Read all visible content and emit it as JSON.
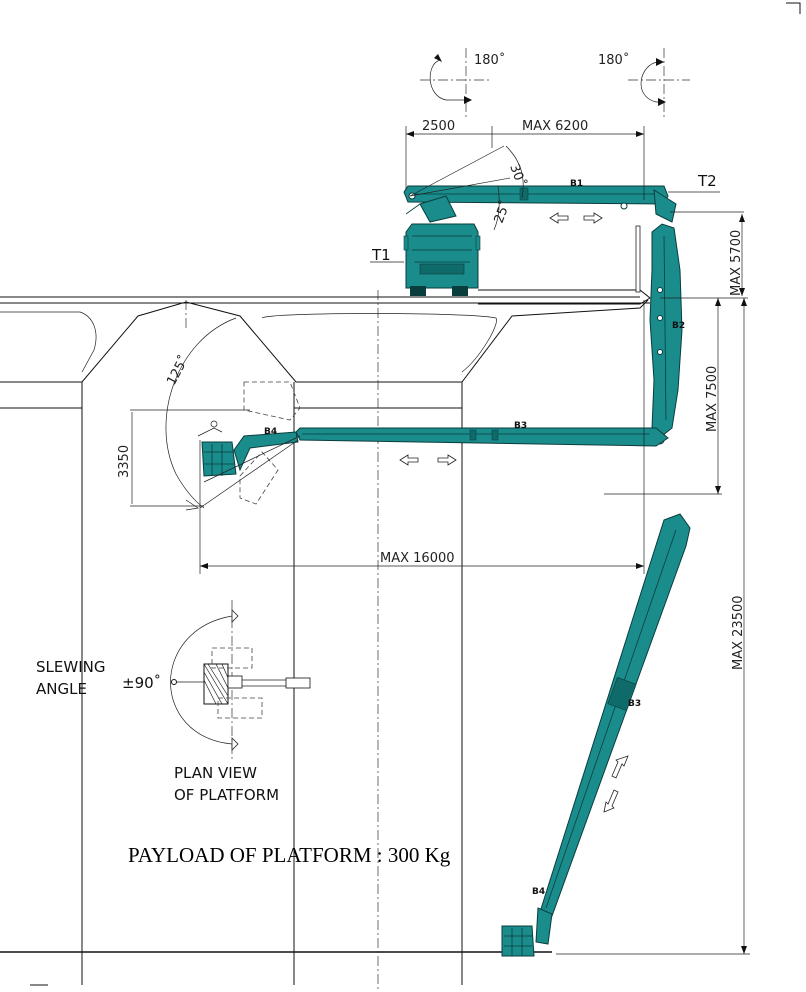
{
  "dimensions": {
    "rotation_left": "180˚",
    "rotation_right": "180˚",
    "width_2500": "2500",
    "max_6200": "MAX  6200",
    "angle_30": "30˚",
    "angle_25": "25˚",
    "max_5700": "MAX  5700",
    "max_7500": "MAX  7500",
    "angle_125": "125˚",
    "dim_3350": "3350",
    "max_16000": "MAX  16000",
    "max_23500": "MAX  23500",
    "slew_angle": "±90˚"
  },
  "labels": {
    "t1": "T1",
    "t2": "T2",
    "b1": "B1",
    "b2": "B2",
    "b3_upper": "B3",
    "b4_upper": "B4",
    "b3_lower": "B3",
    "b4_lower": "B4",
    "slewing_line1": "SLEWING",
    "slewing_line2": "ANGLE",
    "plan_view_line1": "PLAN  VIEW",
    "plan_view_line2": "OF  PLATFORM"
  },
  "payload": "PAYLOAD  OF  PLATFORM  : 300 Kg"
}
